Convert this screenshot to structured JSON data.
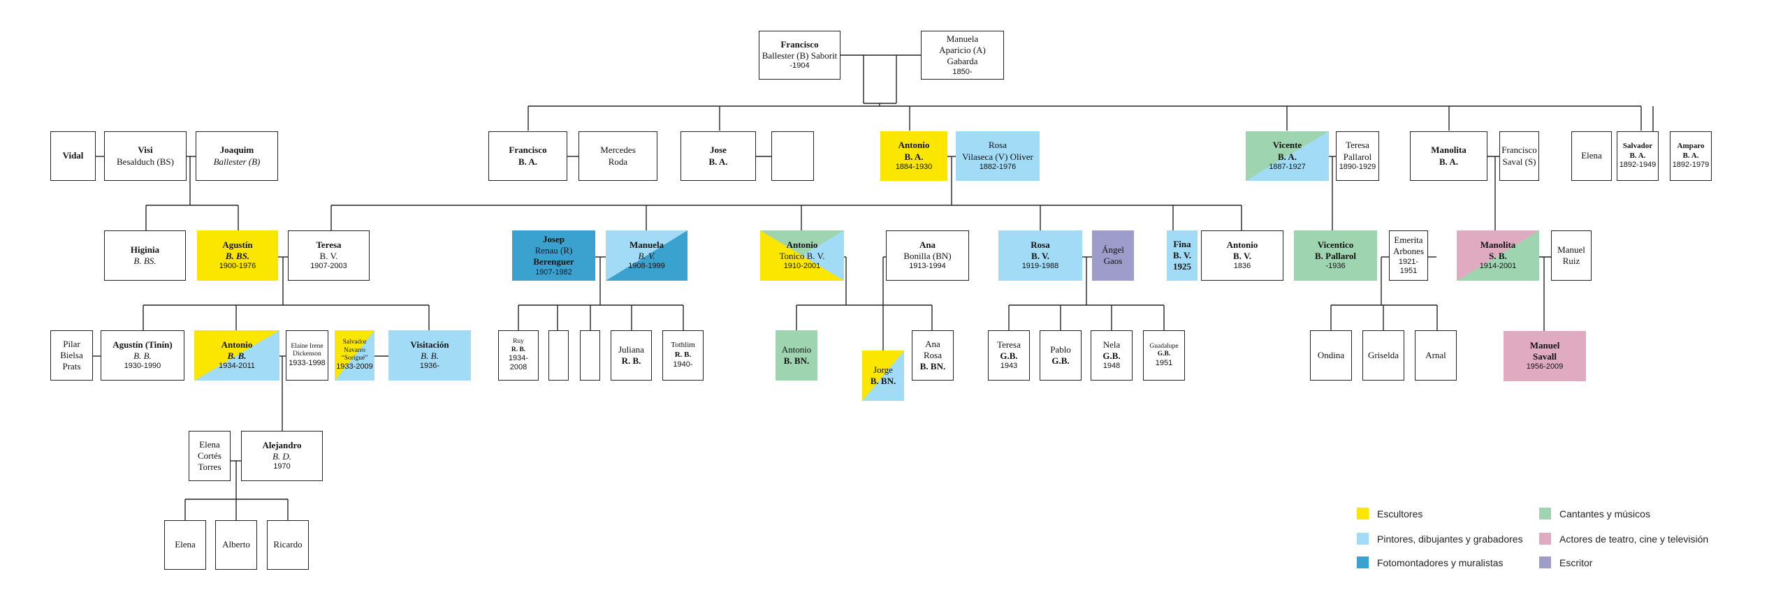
{
  "colors": {
    "escultores": "#fbe600",
    "pintores": "#a1dbf5",
    "fotomontadores": "#3ba2d0",
    "cantantes": "#9fd4b1",
    "actores": "#e0abc1",
    "escritor": "#9e9cca"
  },
  "people": {
    "francisco_sr": {
      "name": "Francisco",
      "sub": "Ballester (B) Saborit",
      "dates": "-1904"
    },
    "manuela_sr": {
      "sub1": "Manuela",
      "sub2": "Aparicio (A) Gabarda",
      "dates": "1850-"
    },
    "vidal": {
      "name": "Vidal"
    },
    "visi": {
      "name": "Visi",
      "sub": "Besalduch (BS)"
    },
    "joaquim": {
      "name": "Joaquim",
      "sub": "Ballester (B)"
    },
    "francisco_ba": {
      "name": "Francisco",
      "sub": "B. A."
    },
    "mercedes": {
      "sub1": "Mercedes",
      "sub2": "Roda"
    },
    "jose": {
      "name": "Jose",
      "sub": "B. A."
    },
    "antonio_ba": {
      "name": "Antonio",
      "sub": "B. A.",
      "dates": "1884-1930"
    },
    "rosa_vo": {
      "sub1": "Rosa",
      "sub2": "Vilaseca (V) Oliver",
      "dates": "1882-1976"
    },
    "vicente_ba": {
      "name": "Vicente",
      "sub": "B. A.",
      "dates": "1887-1927"
    },
    "teresa_p": {
      "sub1": "Teresa",
      "sub2": "Pallarol",
      "dates": "1890-1929"
    },
    "manolita_ba": {
      "name": "Manolita",
      "sub": "B. A."
    },
    "francisco_saval": {
      "sub1": "Francisco",
      "sub2": "Saval (S)"
    },
    "elena_top": {
      "sub1": "Elena"
    },
    "salvador_ba": {
      "name": "Salvador",
      "sub": "B. A.",
      "dates": "1892-1949"
    },
    "amparo_ba": {
      "name": "Amparo",
      "sub": "B. A.",
      "dates": "1892-1979"
    },
    "higinia": {
      "name": "Higinia",
      "sub": "B. BS."
    },
    "agustin_bbs": {
      "name": "Agustín",
      "sub": "B. BS.",
      "dates": "1900-1976"
    },
    "teresa_bv": {
      "name": "Teresa",
      "sub": "B. V.",
      "dates": "1907-2003"
    },
    "josep_renau": {
      "name1": "Josep",
      "sub": "Renau (R)",
      "name2": "Berenguer",
      "dates": "1907-1982"
    },
    "manuela_bv": {
      "name": "Manuela",
      "sub": "B. V.",
      "dates": "1908-1999"
    },
    "antonio_tonico": {
      "name": "Antonio",
      "sub": "Tonico B. V.",
      "dates": "1910-2001"
    },
    "ana_bonilla": {
      "name": "Ana",
      "sub": "Bonilla (BN)",
      "dates": "1913-1994"
    },
    "rosa_bv": {
      "name": "Rosa",
      "sub": "B. V.",
      "dates": "1919-1988"
    },
    "angel_gaos": {
      "sub1": "Ángel",
      "sub2": "Gaos"
    },
    "fina_bv": {
      "name": "Fina",
      "sub": "B. V.",
      "dates": "1925"
    },
    "antonio_bv": {
      "name": "Antonio",
      "sub": "B. V.",
      "dates": "1836"
    },
    "vicentico": {
      "name1": "Vicentico",
      "name2": "B. Pallarol",
      "dates": "-1936"
    },
    "emerita": {
      "sub1": "Emerita",
      "sub2": "Arbones",
      "dates": "1921-1951"
    },
    "manolita_sb": {
      "name": "Manolita",
      "sub": "S. B.",
      "dates": "1914-2001"
    },
    "manuel_ruiz": {
      "sub1": "Manuel",
      "sub2": "Ruiz"
    },
    "pilar": {
      "sub1": "Pilar",
      "sub2": "Bielsa",
      "sub3": "Prats"
    },
    "agustin_tinin": {
      "name": "Agustín (Tinín)",
      "sub": "B. B.",
      "dates": "1930-1990"
    },
    "antonio_bb": {
      "name": "Antonio",
      "sub": "B. B.",
      "dates": "1934-2011"
    },
    "elaine": {
      "sub1": "Elaine Irene",
      "sub2": "Dickenson",
      "dates": "1933-1998"
    },
    "salvador_navarro": {
      "sub1": "Salvador",
      "sub2": "Navarro",
      "sub3": "“Sorigué”",
      "dates": "1933-2009"
    },
    "visitacion": {
      "name": "Visitación",
      "sub": "B. B.",
      "dates": "1936-"
    },
    "ruy": {
      "sub1": "Ruy",
      "sub2": "R. B.",
      "dates": "1934-2008"
    },
    "juliana": {
      "sub1": "Juliana",
      "sub2": "R. B."
    },
    "tothlim": {
      "sub1": "Tothlim",
      "sub2": "R. B.",
      "dates": "1940-"
    },
    "antonio_bbn": {
      "name1": "Antonio",
      "name2": "B. BN."
    },
    "jorge_bbn": {
      "name1": "Jorge",
      "name2": "B. BN."
    },
    "ana_rosa": {
      "sub1": "Ana",
      "sub2": "Rosa",
      "name": "B. BN."
    },
    "teresa_gb": {
      "sub1": "Teresa",
      "name": "G.B.",
      "dates": "1943"
    },
    "pablo_gb": {
      "sub1": "Pablo",
      "name": "G.B."
    },
    "nela_gb": {
      "sub1": "Nela",
      "name": "G.B.",
      "dates": "1948"
    },
    "guadalupe_gb": {
      "sub1": "Guadalupe",
      "name": "G.B.",
      "dates": "1951"
    },
    "ondina": {
      "sub1": "Ondina"
    },
    "griselda": {
      "sub1": "Griselda"
    },
    "arnal": {
      "sub1": "Arnal"
    },
    "manuel_savall": {
      "name1": "Manuel",
      "name2": "Savall",
      "dates": "1956-2009"
    },
    "elena_cortes": {
      "sub1": "Elena",
      "sub2": "Cortés",
      "sub3": "Torres"
    },
    "alejandro": {
      "name": "Alejandro",
      "sub": "B. D.",
      "dates": "1970"
    },
    "elena_g": {
      "sub1": "Elena"
    },
    "alberto": {
      "sub1": "Alberto"
    },
    "ricardo": {
      "sub1": "Ricardo"
    }
  },
  "legend": [
    {
      "label": "Escultores",
      "color": "#fbe600"
    },
    {
      "label": "Cantantes y músicos",
      "color": "#9fd4b1"
    },
    {
      "label": "Pintores, dibujantes y grabadores",
      "color": "#a1dbf5"
    },
    {
      "label": "Actores de teatro, cine y televisión",
      "color": "#e0abc1"
    },
    {
      "label": "Fotomontadores y muralistas",
      "color": "#3ba2d0"
    },
    {
      "label": "Escritor",
      "color": "#9e9cca"
    }
  ]
}
